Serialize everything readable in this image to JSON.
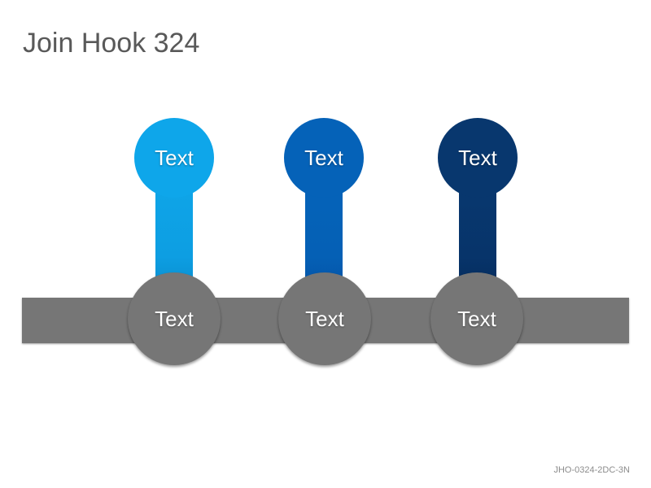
{
  "title": "Join Hook 324",
  "footer_code": "JHO-0324-2DC-3N",
  "colors": {
    "node_1": "#0ea6ea",
    "node_2": "#0562b8",
    "node_3": "#08376e",
    "bar": "#767676"
  },
  "nodes": [
    {
      "top_label": "Text",
      "bottom_label": "Text"
    },
    {
      "top_label": "Text",
      "bottom_label": "Text"
    },
    {
      "top_label": "Text",
      "bottom_label": "Text"
    }
  ]
}
